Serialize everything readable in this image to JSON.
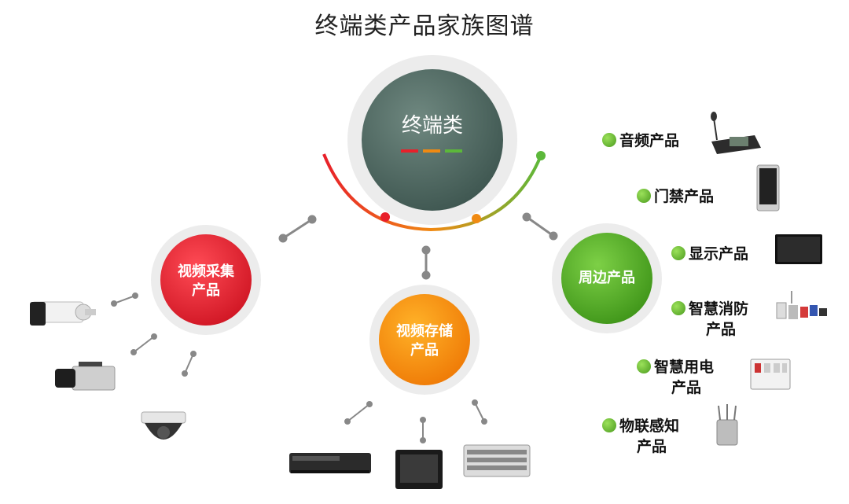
{
  "title": "终端类产品家族图谱",
  "center": {
    "label": "终端类",
    "underline_colors": [
      "#e8202a",
      "#f08a12",
      "#5cb83a"
    ]
  },
  "nodes": {
    "capture": {
      "line1": "视频采集",
      "line2": "产品",
      "color": "#e52230"
    },
    "storage": {
      "line1": "视频存储",
      "line2": "产品",
      "color": "#f18a0e"
    },
    "peripheral": {
      "line1": "周边产品",
      "color": "#4fa526"
    }
  },
  "peripheral_items": [
    {
      "line1": "音频产品",
      "icon": "desk-phone-icon"
    },
    {
      "line1": "门禁产品",
      "icon": "access-control-panel-icon"
    },
    {
      "line1": "显示产品",
      "icon": "monitor-icon"
    },
    {
      "line1": "智慧消防",
      "line2": "产品",
      "icon": "fire-sensor-icon"
    },
    {
      "line1": "智慧用电",
      "line2": "产品",
      "icon": "circuit-breaker-icon"
    },
    {
      "line1": "物联感知",
      "line2": "产品",
      "icon": "iot-sensor-icon"
    }
  ],
  "capture_devices": [
    "bullet-camera-icon",
    "box-camera-icon",
    "dome-camera-icon"
  ],
  "storage_devices": [
    "nvr-icon",
    "storage-monitor-icon",
    "storage-server-icon"
  ]
}
